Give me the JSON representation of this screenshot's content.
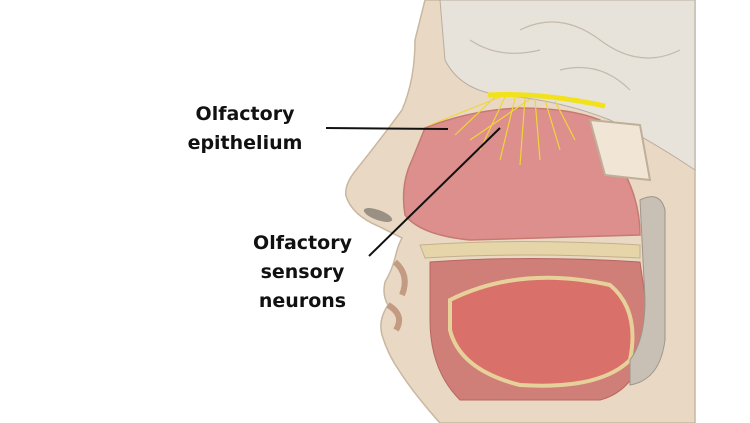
{
  "labels": {
    "epithelium": [
      "Olfactory",
      "epithelium"
    ],
    "neurons": [
      "Olfactory",
      "sensory",
      "neurons"
    ]
  },
  "colors": {
    "skin": "#e9d9c4",
    "bone": "#ddd2bd",
    "brain": "#e7e2da",
    "mucosa": "#dc8f8c",
    "muscle": "#d9706a",
    "nerve": "#f2e21c",
    "leader": "#111111"
  }
}
